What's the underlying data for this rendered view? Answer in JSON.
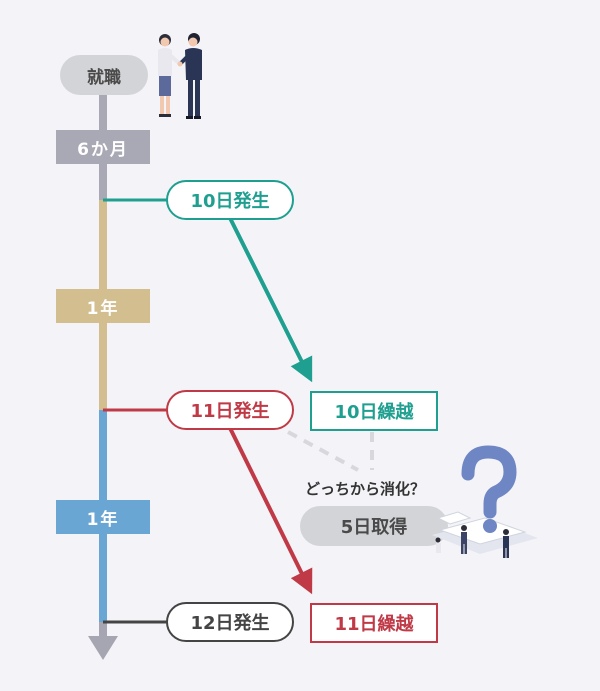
{
  "colors": {
    "gray_segment": "#a9a8b5",
    "tan_segment": "#d2be8e",
    "blue_segment": "#6aa6d4",
    "arrow_gray": "#a5a6b1",
    "teal": "#1f9f8f",
    "red": "#bf3a46",
    "dark": "#444444",
    "pill_gray": "#d3d4d8"
  },
  "timeline": {
    "start_label": "就職",
    "six_months_label": "6か月",
    "year1_label": "1年",
    "year2_label": "1年"
  },
  "events": {
    "grant_10": "10日発生",
    "grant_11": "11日発生",
    "grant_12": "12日発生",
    "carry_10": "10日繰越",
    "carry_11": "11日繰越"
  },
  "usage": {
    "question": "どっちから消化？",
    "taken": "5日取得"
  },
  "illustrations": {
    "handshake": "handshake-illustration",
    "question_mark": "question-mark-illustration"
  }
}
